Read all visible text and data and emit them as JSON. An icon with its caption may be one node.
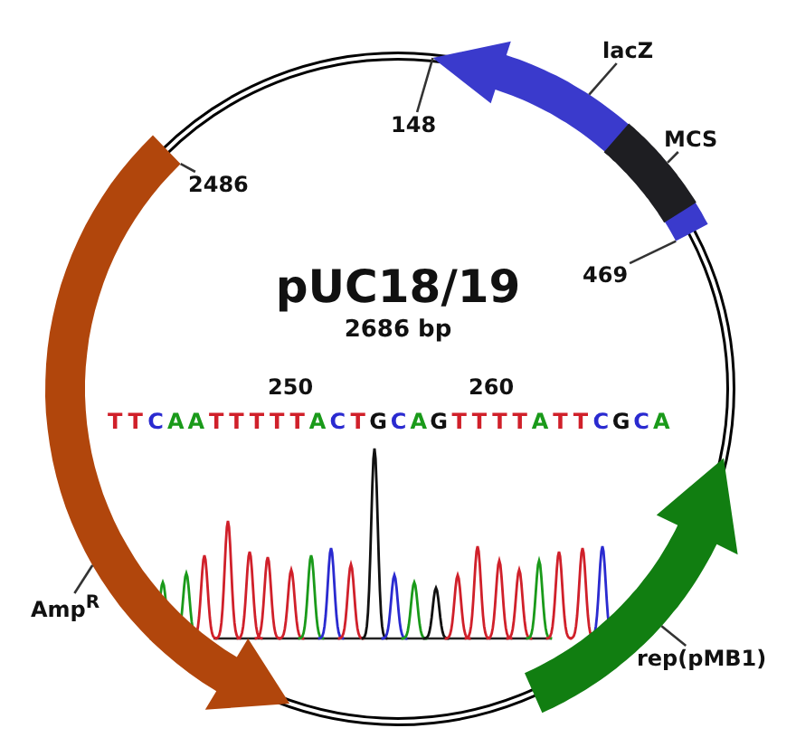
{
  "diagram": {
    "title": "pUC18/19",
    "nodes": [
      {
        "text": [
          "lacZ"
        ]
      },
      {
        "text": [
          "148"
        ]
      },
      {
        "text": [
          "MCS"
        ]
      },
      {
        "text": [
          "2486"
        ]
      },
      {
        "text": [
          "469"
        ]
      },
      {
        "text": [
          "Amp$^{R}$"
        ]
      },
      {
        "text": [
          "rep(pMB1)"
        ]
      },
      {
        "text": [],
        "shape": "arrow"
      },
      {
        "text": [],
        "shape": "bar",
        "in": 7
      },
      {
        "text": [],
        "shape": "arrow"
      },
      {
        "text": [],
        "shape": "arrow"
      }
    ],
    "edges": [
      {
        "from": 0,
        "to": 7,
        "arrow": "none"
      },
      {
        "from": 1,
        "to": 7,
        "arrow": "none"
      },
      {
        "from": 2,
        "to": 8,
        "arrow": "none"
      },
      {
        "from": 3,
        "to": 9,
        "arrow": "none"
      },
      {
        "from": 4,
        "to": 7,
        "arrow": "none"
      },
      {
        "from": 5,
        "to": 9,
        "arrow": "none"
      },
      {
        "from": 6,
        "to": 10,
        "arrow": "none"
      }
    ],
    "labels": [
      "2686 bp",
      "250",
      "260",
      "TTCAATTTTTACTGCAGTTTTATTCGCA"
    ]
  }
}
